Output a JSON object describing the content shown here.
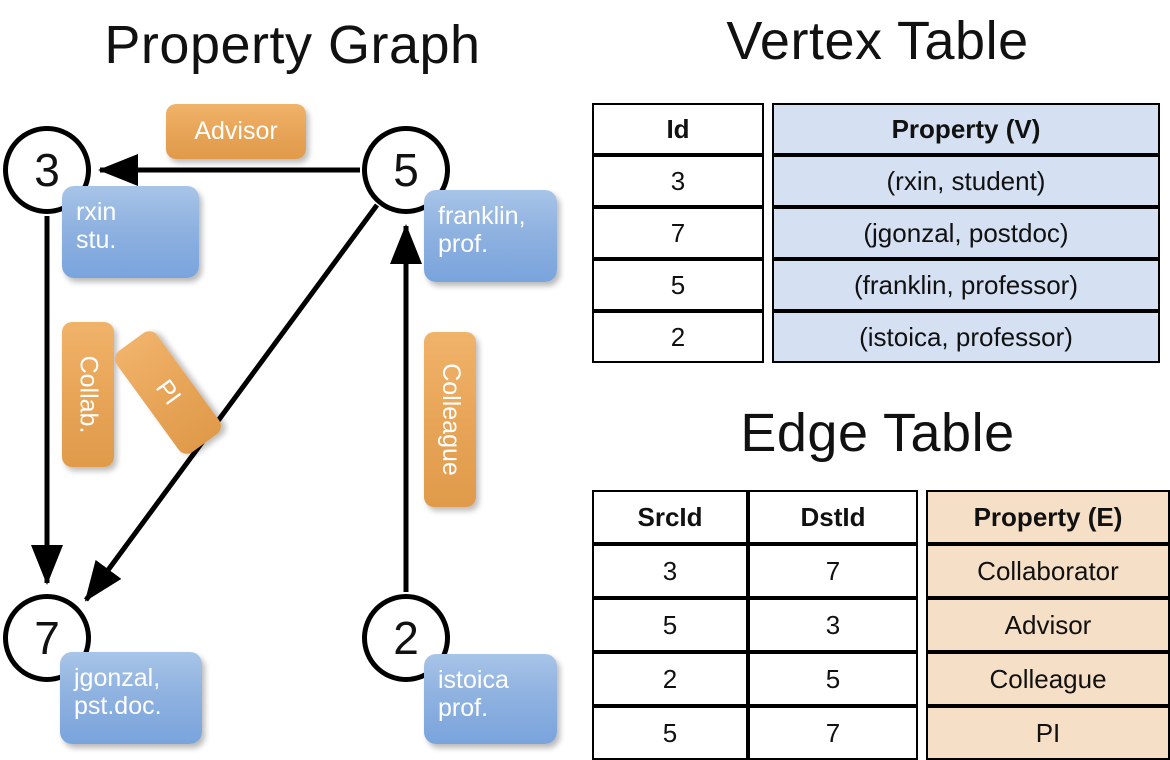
{
  "titles": {
    "property_graph": "Property Graph",
    "vertex_table": "Vertex Table",
    "edge_table": "Edge Table"
  },
  "graph": {
    "vertices": [
      {
        "id": "3",
        "property_lines": [
          "rxin",
          "stu."
        ]
      },
      {
        "id": "5",
        "property_lines": [
          "franklin,",
          "prof."
        ]
      },
      {
        "id": "7",
        "property_lines": [
          "jgonzal,",
          "pst.doc."
        ]
      },
      {
        "id": "2",
        "property_lines": [
          "istoica",
          "prof."
        ]
      }
    ],
    "edge_labels": [
      {
        "name": "advisor",
        "text": "Advisor",
        "from": "5",
        "to": "3"
      },
      {
        "name": "collab",
        "text": "Collab.",
        "from": "3",
        "to": "7"
      },
      {
        "name": "pi",
        "text": "PI",
        "from": "5",
        "to": "7"
      },
      {
        "name": "colleague",
        "text": "Colleague",
        "from": "2",
        "to": "5"
      }
    ],
    "colors": {
      "vertex_stroke": "#000000",
      "vertex_fill": "#ffffff",
      "property_box": "#8fb2e0",
      "edge_label_box": "#e8a558",
      "edge_line": "#000000"
    }
  },
  "vertex_table": {
    "headers": [
      "Id",
      "Property (V)"
    ],
    "rows": [
      {
        "id": "3",
        "property": "(rxin, student)"
      },
      {
        "id": "7",
        "property": "(jgonzal, postdoc)"
      },
      {
        "id": "5",
        "property": "(franklin, professor)"
      },
      {
        "id": "2",
        "property": "(istoica, professor)"
      }
    ],
    "property_column_color": "#d5e0f2"
  },
  "edge_table": {
    "headers": [
      "SrcId",
      "DstId",
      "Property (E)"
    ],
    "rows": [
      {
        "src": "3",
        "dst": "7",
        "property": "Collaborator"
      },
      {
        "src": "5",
        "dst": "3",
        "property": "Advisor"
      },
      {
        "src": "2",
        "dst": "5",
        "property": "Colleague"
      },
      {
        "src": "5",
        "dst": "7",
        "property": "PI"
      }
    ],
    "property_column_color": "#f5dfc6"
  }
}
